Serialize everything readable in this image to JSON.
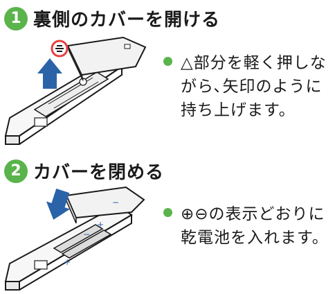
{
  "colors": {
    "accent": "#5ab44b",
    "arrow": "#2b63a8",
    "highlight": "#e84040"
  },
  "steps": [
    {
      "number": "1",
      "title": "裏側のカバーを開ける",
      "lines": [
        "△部分を軽く押しな",
        "がら､矢印のように",
        "持ち上げます。"
      ]
    },
    {
      "number": "2",
      "title": "カバーを閉める",
      "lines": [
        "⊕⊖の表示どおりに",
        "乾電池を入れます。"
      ]
    }
  ]
}
